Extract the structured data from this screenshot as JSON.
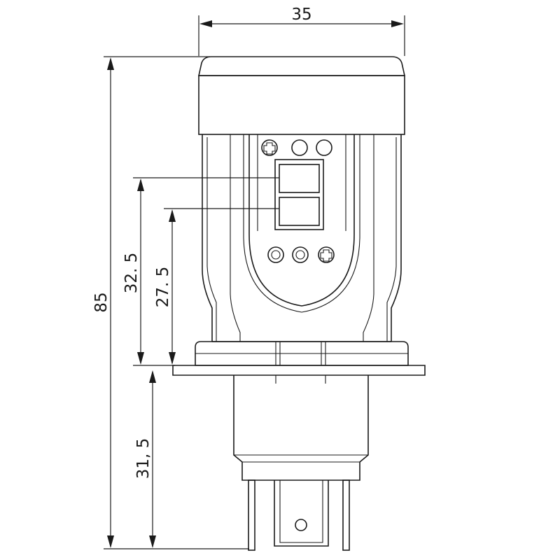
{
  "dimensions": {
    "top_width": "35",
    "overall_height": "85",
    "upper_chip_height": "32. 5",
    "lower_chip_height": "27. 5",
    "base_height": "31, 5"
  },
  "colors": {
    "line": "#1a1a1a",
    "background": "#ffffff"
  }
}
